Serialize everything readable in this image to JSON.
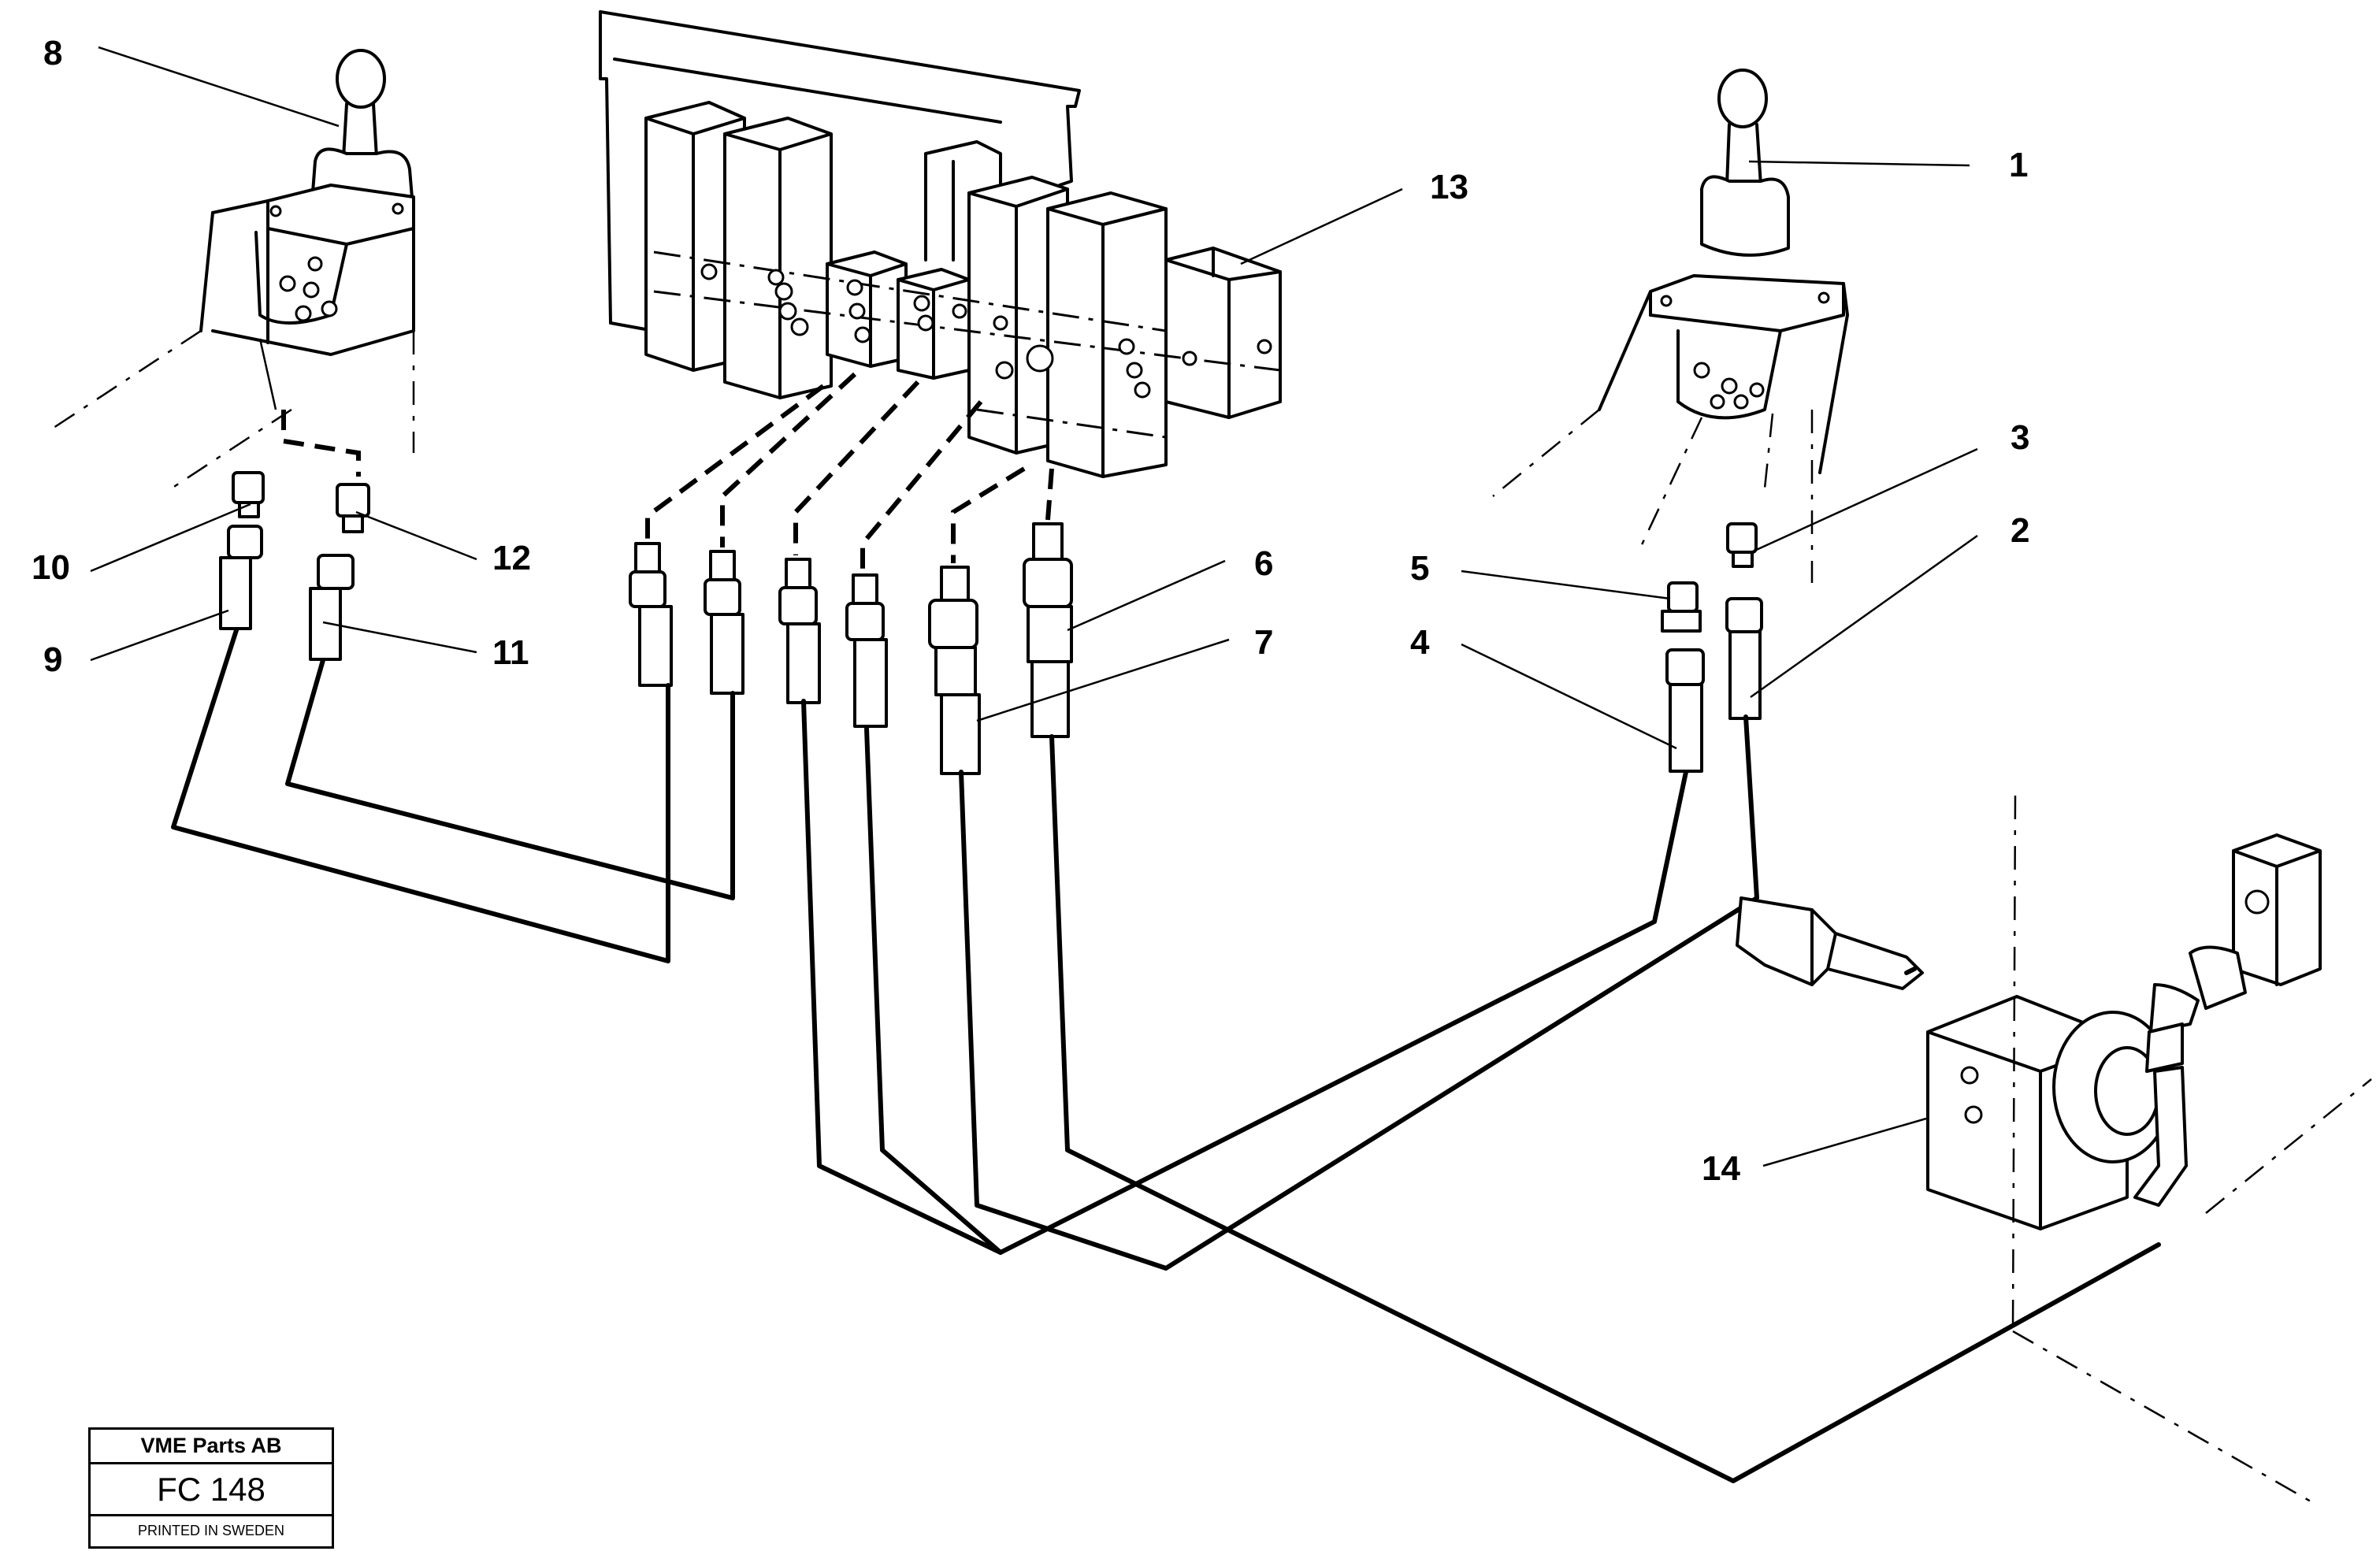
{
  "callouts": [
    {
      "id": "1",
      "text": "1"
    },
    {
      "id": "2",
      "text": "2"
    },
    {
      "id": "3",
      "text": "3"
    },
    {
      "id": "4",
      "text": "4"
    },
    {
      "id": "5",
      "text": "5"
    },
    {
      "id": "6",
      "text": "6"
    },
    {
      "id": "7",
      "text": "7"
    },
    {
      "id": "8",
      "text": "8"
    },
    {
      "id": "9",
      "text": "9"
    },
    {
      "id": "10",
      "text": "10"
    },
    {
      "id": "11",
      "text": "11"
    },
    {
      "id": "12",
      "text": "12"
    },
    {
      "id": "13",
      "text": "13"
    },
    {
      "id": "14",
      "text": "14"
    }
  ],
  "title_block": {
    "company": "VME Parts AB",
    "code": "FC 148",
    "printed": "PRINTED IN SWEDEN"
  }
}
